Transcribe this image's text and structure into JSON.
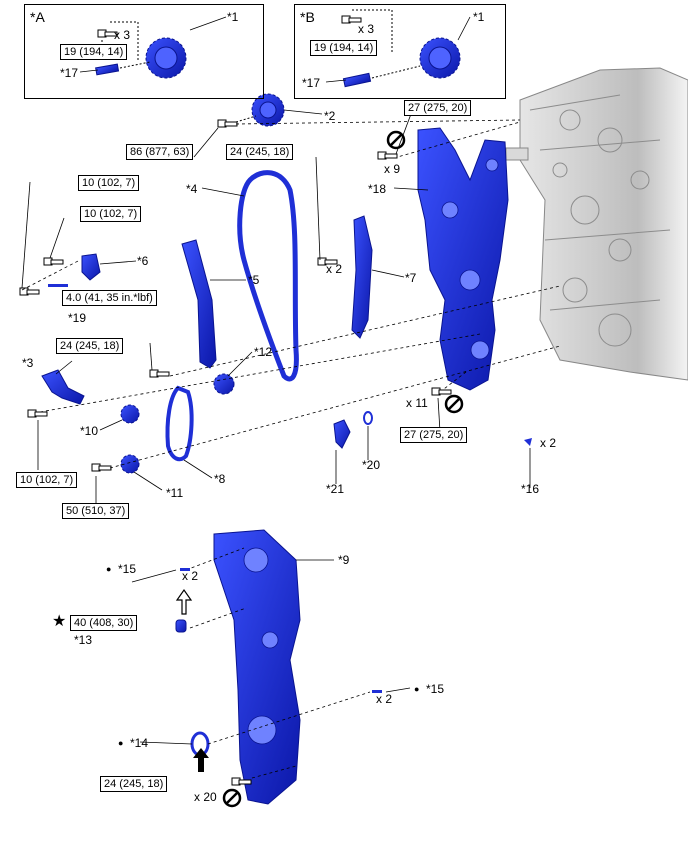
{
  "insets": {
    "a": "*A",
    "b": "*B"
  },
  "torques": {
    "a_vvt": "19 (194, 14)",
    "b_vvt": "19 (194, 14)",
    "t86": "86 (877, 63)",
    "t24_7": "24 (245, 18)",
    "t27_top": "27 (275, 20)",
    "t10_a": "10 (102, 7)",
    "t10_b": "10 (102, 7)",
    "t4": "4.0 (41, 35 in.*lbf)",
    "t24_12": "24 (245, 18)",
    "t27_bot": "27 (275, 20)",
    "t10_c": "10 (102, 7)",
    "t50": "50 (510, 37)",
    "t40": "40 (408, 30)",
    "t24_bot": "24 (245, 18)"
  },
  "callouts": {
    "c1a": "*1",
    "c17a": "*17",
    "c1b": "*1",
    "c17b": "*17",
    "c2": "*2",
    "c4": "*4",
    "c18": "*18",
    "c5": "*5",
    "c6": "*6",
    "c7": "*7",
    "c19": "*19",
    "c3": "*3",
    "c12": "*12",
    "c10": "*10",
    "c8": "*8",
    "c11": "*11",
    "c20": "*20",
    "c21": "*21",
    "c16": "*16",
    "c9": "*9",
    "c15a": "*15",
    "c15b": "*15",
    "c13": "*13",
    "c14": "*14"
  },
  "counts": {
    "a_x3": "x 3",
    "b_x3": "x 3",
    "x9": "x 9",
    "x2_7": "x 2",
    "x11": "x 11",
    "x2_16": "x 2",
    "x2_15a": "x 2",
    "x2_15b": "x 2",
    "x20": "x 20"
  },
  "symbols": {
    "bullet_15a": "●",
    "bullet_15b": "●",
    "bullet_14": "●",
    "star_13": "★"
  },
  "colors": {
    "part_blue": "#1f2fd6",
    "engine_gray": "#c8c8c8"
  },
  "icons": [
    "bolt-icon",
    "no-reuse-icon",
    "apply-sealant-arrow-icon",
    "precoated-part-icon"
  ]
}
